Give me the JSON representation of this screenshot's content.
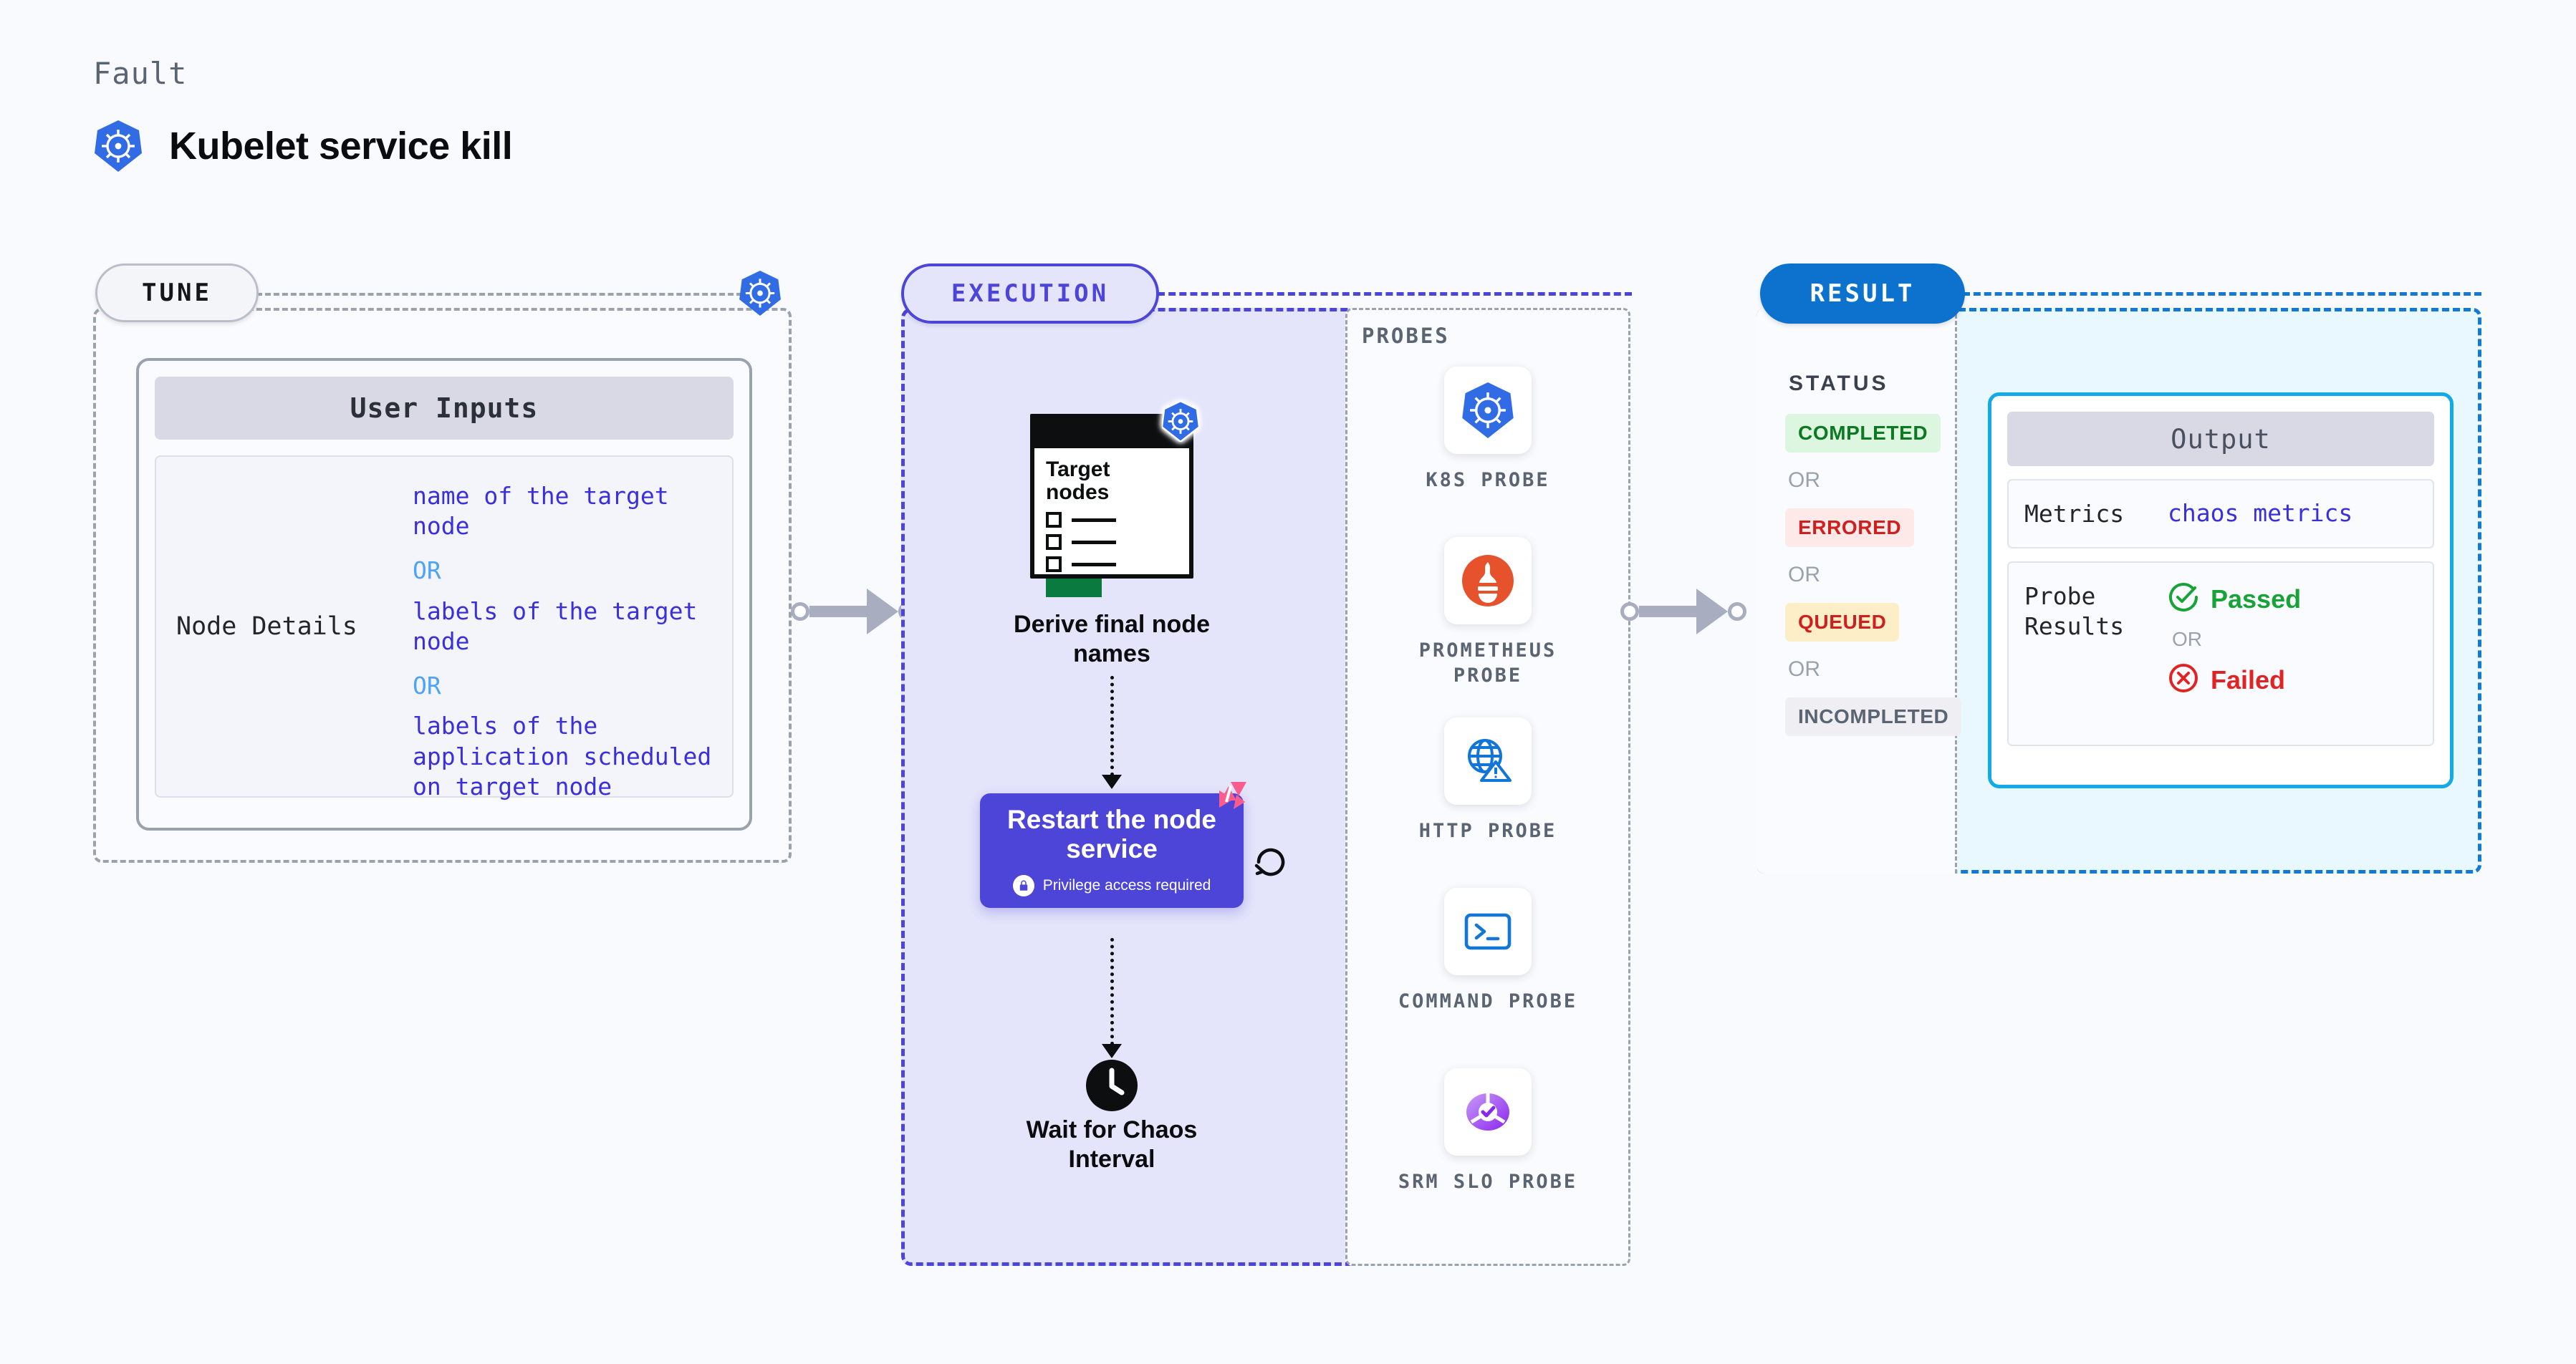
{
  "header": {
    "kicker": "Fault",
    "title": "Kubelet service kill",
    "icon": "kubernetes-icon"
  },
  "stages": {
    "tune": {
      "label": "TUNE",
      "badge_icon": "kubernetes-icon"
    },
    "execution": {
      "label": "EXECUTION"
    },
    "result": {
      "label": "RESULT"
    }
  },
  "tune": {
    "card_title": "User Inputs",
    "rows": [
      {
        "key": "Node Details",
        "values": [
          {
            "text": "name of the target node",
            "kind": "value"
          },
          {
            "text": "OR",
            "kind": "or"
          },
          {
            "text": "labels of the target node",
            "kind": "value"
          },
          {
            "text": "OR",
            "kind": "or"
          },
          {
            "text": "labels of the application scheduled on target node",
            "kind": "value"
          }
        ]
      }
    ]
  },
  "execution": {
    "node_card": {
      "title": "Target nodes",
      "icon": "kubernetes-icon",
      "checklist_rows": 3
    },
    "steps": [
      {
        "label": "Derive final node names"
      },
      {
        "label": "Restart the node service",
        "note": "Privilege access required",
        "note_icon": "lock-icon",
        "badge_icon": "litmus-chaos-icon",
        "loop_icon": "refresh-loop-icon"
      },
      {
        "label": "Wait for Chaos Interval",
        "icon": "clock-icon"
      }
    ]
  },
  "probes": {
    "title": "PROBES",
    "items": [
      {
        "label": "K8S PROBE",
        "icon": "kubernetes-icon"
      },
      {
        "label": "PROMETHEUS PROBE",
        "icon": "prometheus-icon"
      },
      {
        "label": "HTTP PROBE",
        "icon": "http-globe-warning-icon"
      },
      {
        "label": "COMMAND PROBE",
        "icon": "terminal-icon"
      },
      {
        "label": "SRM SLO PROBE",
        "icon": "srm-slo-donut-check-icon"
      }
    ]
  },
  "result": {
    "status_title": "STATUS",
    "statuses": [
      {
        "label": "COMPLETED",
        "style": "completed"
      },
      {
        "label": "OR",
        "style": "or"
      },
      {
        "label": "ERRORED",
        "style": "errored"
      },
      {
        "label": "OR",
        "style": "or"
      },
      {
        "label": "QUEUED",
        "style": "queued"
      },
      {
        "label": "OR",
        "style": "or"
      },
      {
        "label": "INCOMPLETED",
        "style": "incompleted"
      }
    ],
    "output": {
      "title": "Output",
      "metrics_key": "Metrics",
      "metrics_value": "chaos metrics",
      "probe_results_key": "Probe Results",
      "passed_label": "Passed",
      "passed_icon": "check-circle-icon",
      "or_label": "OR",
      "failed_label": "Failed",
      "failed_icon": "x-circle-icon"
    }
  },
  "colors": {
    "background": "#f9fafd",
    "execution_fill": "#e4e4fb",
    "execution_border": "#4c45d8",
    "result_fill": "#e9f8fe",
    "result_border": "#1479d4",
    "result_chip": "#0c72ce",
    "accent_purple": "#4c45d8",
    "accent_cyan": "#13aae8",
    "chaos_pink": "#fb5c8e",
    "pass_green": "#17a337",
    "fail_red": "#e02424",
    "k8s_blue": "#326ce5",
    "prometheus_orange": "#e6522c"
  }
}
